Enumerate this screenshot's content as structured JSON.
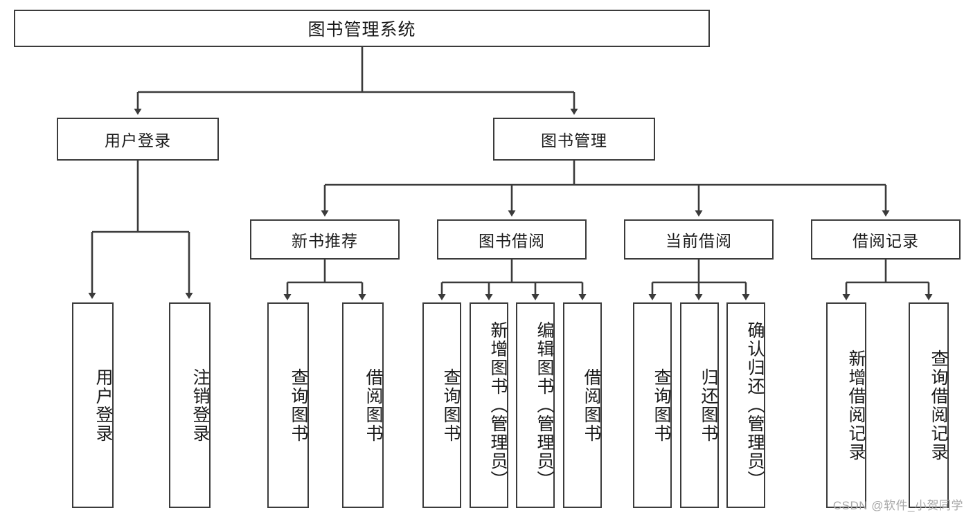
{
  "diagram": {
    "title": "图书管理系统",
    "type": "hierarchy-tree",
    "root": {
      "label": "图书管理系统"
    },
    "level1": [
      {
        "label": "用户登录"
      },
      {
        "label": "图书管理"
      }
    ],
    "level2": [
      {
        "label": "新书推荐"
      },
      {
        "label": "图书借阅"
      },
      {
        "label": "当前借阅"
      },
      {
        "label": "借阅记录"
      }
    ],
    "leaves": {
      "user_login": [
        {
          "label": "用户登录"
        },
        {
          "label": "注销登录"
        }
      ],
      "new_book_recommend": [
        {
          "label": "查询图书"
        },
        {
          "label": "借阅图书"
        }
      ],
      "book_borrow": [
        {
          "label": "查询图书"
        },
        {
          "label": "新增图书（管理员）"
        },
        {
          "label": "编辑图书（管理员）"
        },
        {
          "label": "借阅图书"
        }
      ],
      "current_borrow": [
        {
          "label": "查询图书"
        },
        {
          "label": "归还图书"
        },
        {
          "label": "确认归还（管理员）"
        }
      ],
      "borrow_record": [
        {
          "label": "新增借阅记录"
        },
        {
          "label": "查询借阅记录"
        }
      ]
    }
  },
  "watermark": {
    "text": "CSDN @软件_小贺同学"
  },
  "colors": {
    "stroke": "#3b3b3b",
    "background": "#ffffff",
    "text": "#1a1a1a",
    "watermark": "#a8a8a8"
  }
}
